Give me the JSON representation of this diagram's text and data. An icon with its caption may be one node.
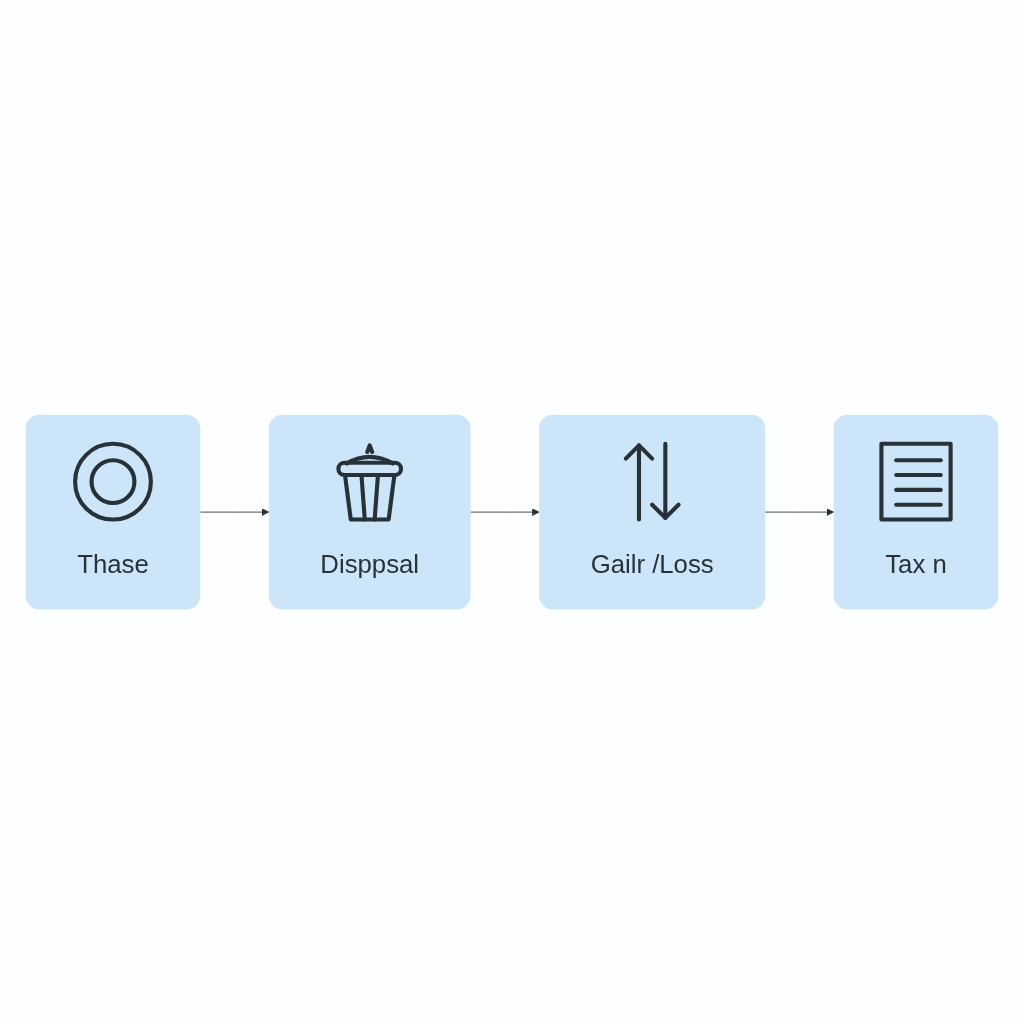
{
  "diagram": {
    "nodes": [
      {
        "text": [
          "Thase"
        ]
      },
      {
        "text": [
          "Disppsal"
        ]
      },
      {
        "text": [
          "Gailr /Loss"
        ]
      },
      {
        "text": [
          "Tax n"
        ]
      }
    ],
    "edges": [
      {
        "from": 0,
        "to": 1,
        "arrow": "to"
      },
      {
        "from": 1,
        "to": 2,
        "arrow": "to"
      },
      {
        "from": 2,
        "to": 3,
        "arrow": "to"
      }
    ]
  }
}
